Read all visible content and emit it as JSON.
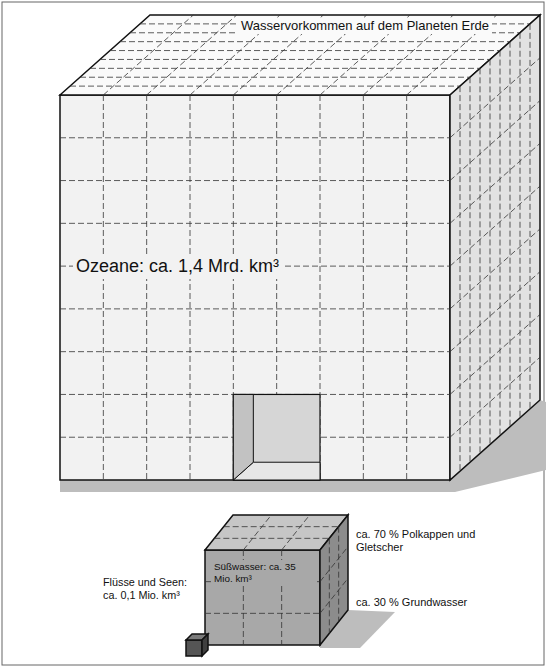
{
  "diagram": {
    "title": "Wasservorkommen auf dem Planeten Erde",
    "nodes": [
      {
        "text": [
          "Ozeane: ca. 1,4 Mrd. km³"
        ]
      },
      {
        "text": [
          "Süßwasser: ca. 35 Mio. km³"
        ]
      },
      {
        "text": [
          "Flüsse und Seen: ca. 0,1 Mio. km³"
        ]
      }
    ],
    "labels": [
      "ca. 70 % Polkappen und Gletscher",
      "ca. 30 % Grundwasser"
    ]
  }
}
